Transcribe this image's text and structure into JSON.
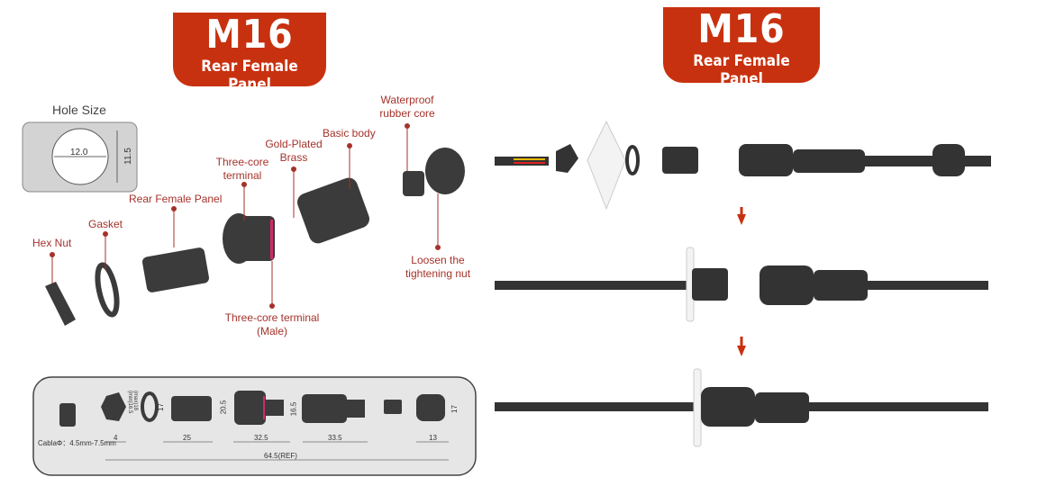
{
  "banners": [
    {
      "title": "M16",
      "subtitle": "Rear Female Panel"
    },
    {
      "title": "M16",
      "subtitle": "Rear Female Panel"
    }
  ],
  "hole_size": {
    "title": "Hole Size",
    "width": "12.0",
    "height": "11.5"
  },
  "labels": {
    "hex_nut": "Hex Nut",
    "gasket": "Gasket",
    "rear_panel": "Rear Female Panel",
    "three_core": "Three-core terminal",
    "gold_plated": "Gold-Plated Brass",
    "basic_body": "Basic body",
    "rubber_core": "Waterproof rubber core",
    "loosen": "Loosen the tightening nut",
    "male_terminal": "Three-core terminal (Male)"
  },
  "dimensions": {
    "cable": "CablaΦ：4.5mm-7.5mm",
    "nut_w": "4",
    "nut_h": "(max)18 (min)16.5",
    "panel_h": "17",
    "panel_w": "25",
    "term_h": "20.5",
    "term_w": "32.5",
    "body_h": "16.5",
    "body_w": "33.5",
    "cap_h": "17",
    "cap_w": "13",
    "total": "64.5(REF)"
  },
  "colors": {
    "accent": "#c8310f",
    "label": "#a5322a",
    "part": "#3b3b3b"
  }
}
